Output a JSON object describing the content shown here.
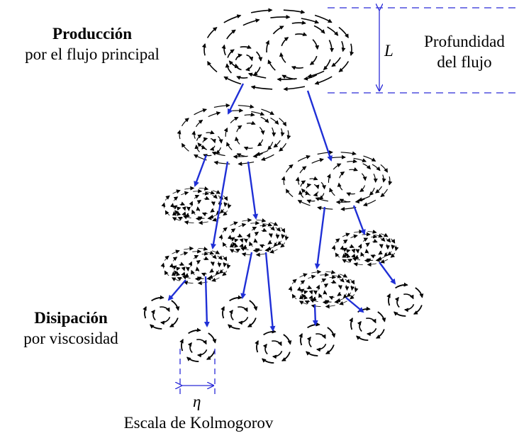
{
  "labels": {
    "production_title": "Producción",
    "production_sub": "por el flujo principal",
    "depth_line1": "Profundidad",
    "depth_line2": "del flujo",
    "depth_symbol": "L",
    "dissipation_title": "Disipación",
    "dissipation_sub": "por viscosidad",
    "eta_symbol": "η",
    "kolmogorov": "Escala de Kolmogorov"
  },
  "colors": {
    "cascade_arrow": "#1f2fd6",
    "dimension": "#2b2bd8",
    "eddy": "#000000"
  }
}
